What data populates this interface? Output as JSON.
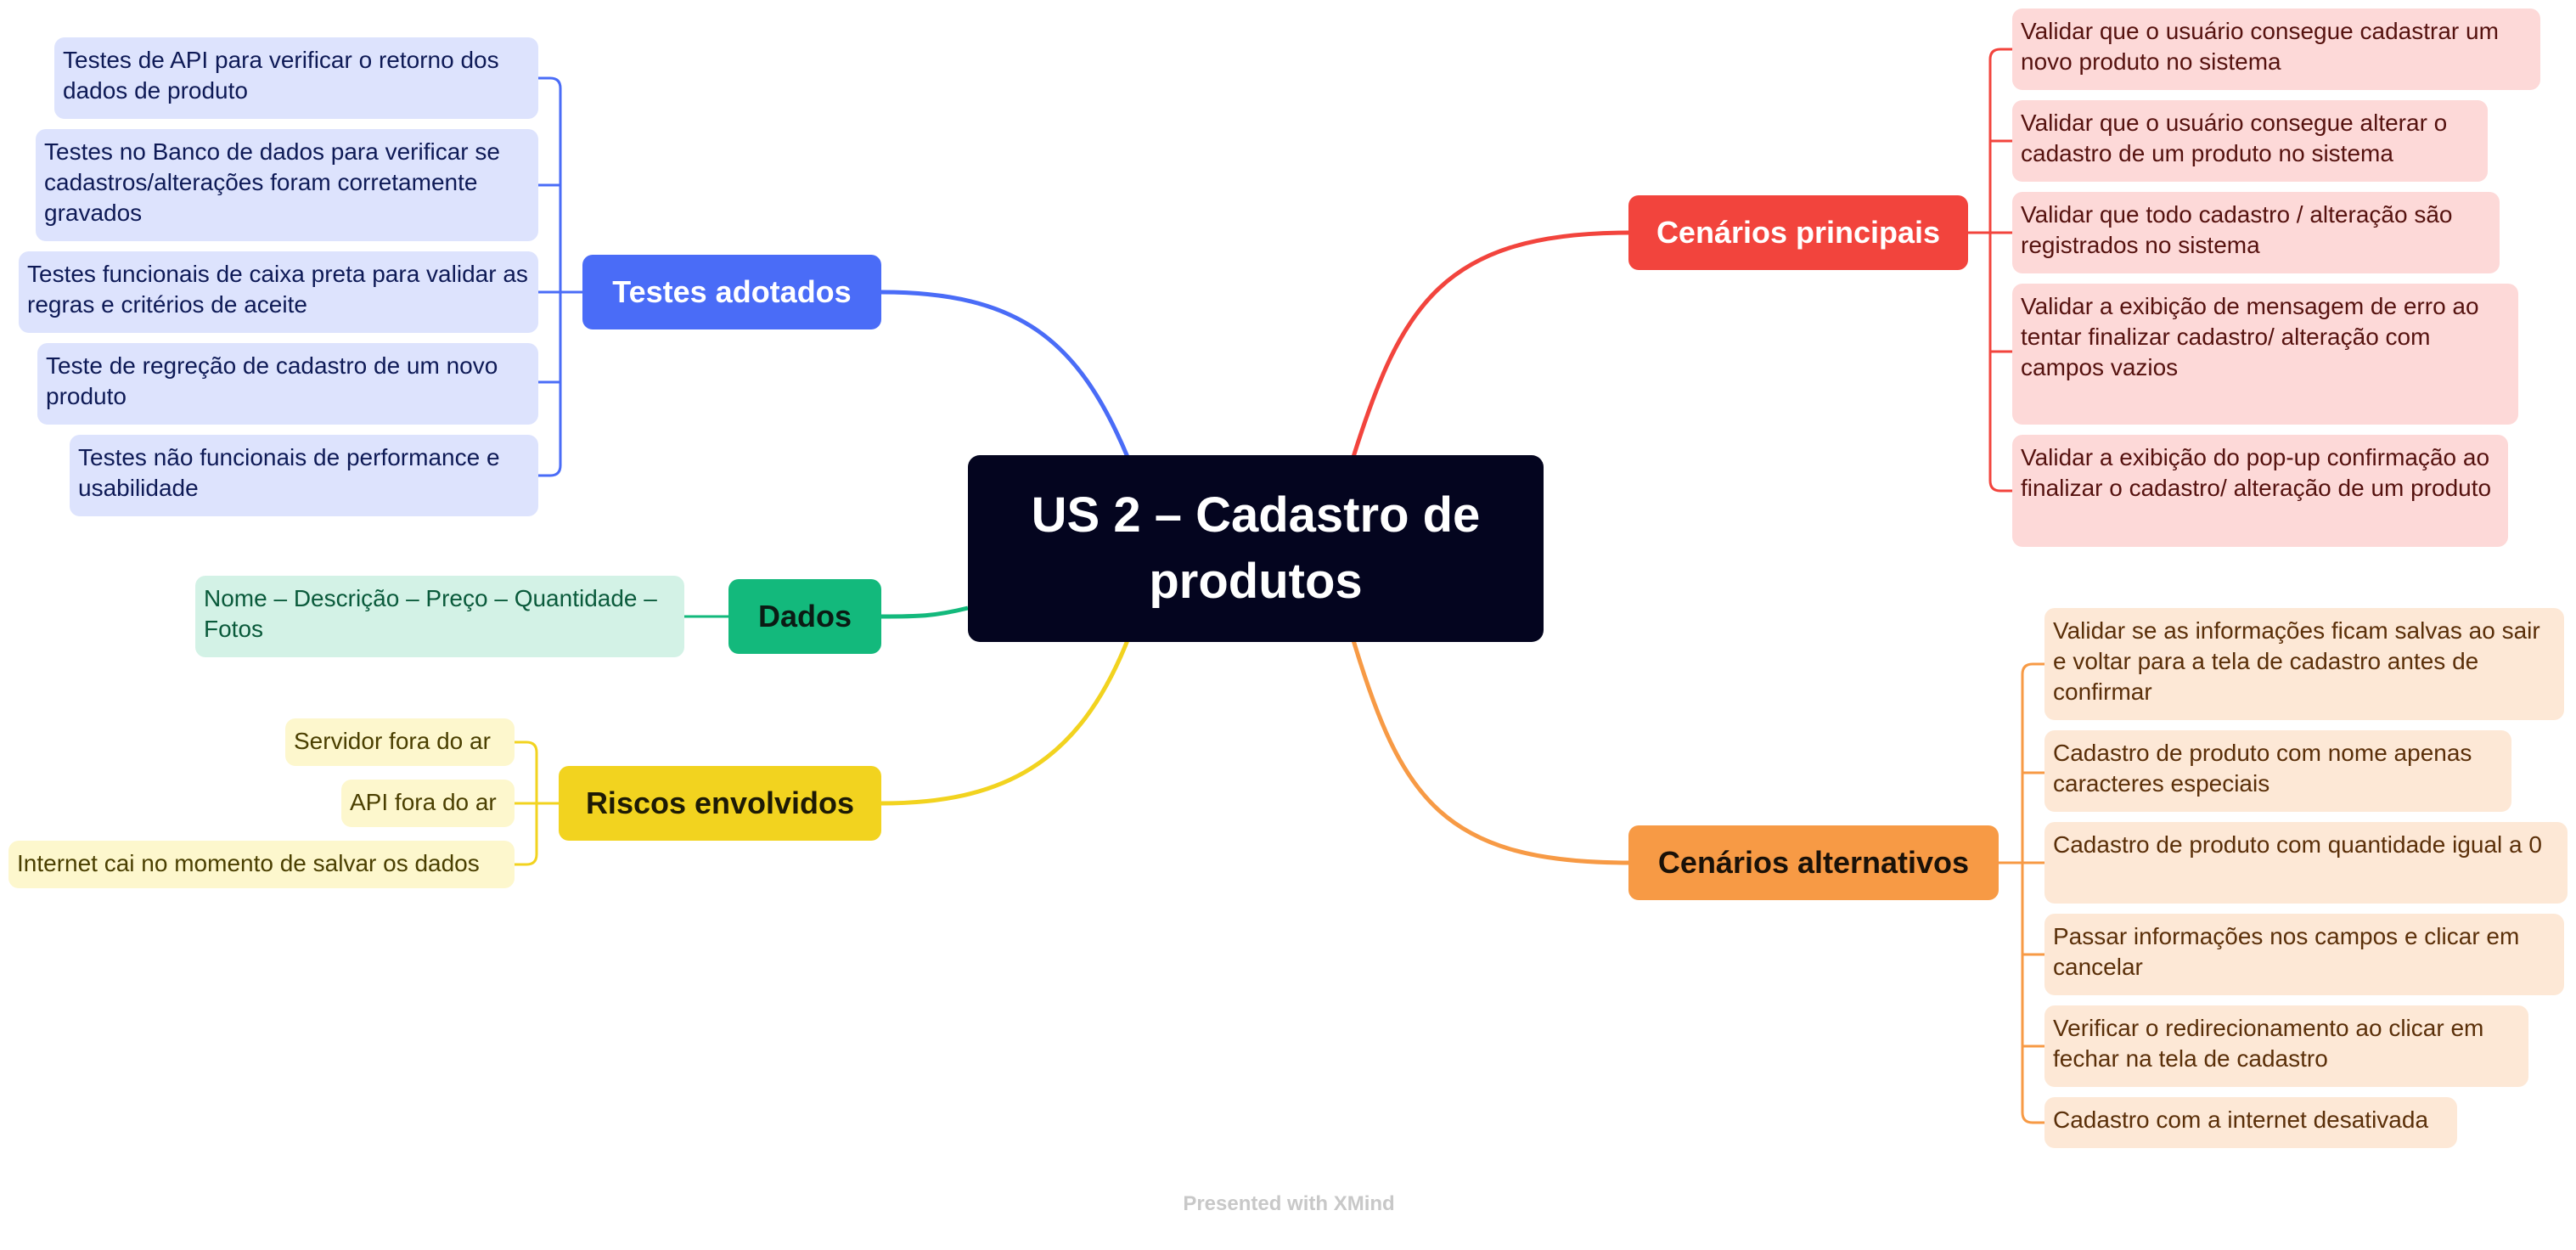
{
  "central_topic": "US 2 – Cadastro de produtos",
  "branches": {
    "testes": {
      "label": "Testes adotados",
      "color": "#4a6cf7",
      "items": [
        "Testes de API para verificar o retorno dos dados de produto",
        "Testes no Banco de dados para verificar se cadastros/alterações foram corretamente gravados",
        "Testes funcionais de caixa preta para validar as regras e critérios de aceite",
        "Teste de regreção de cadastro de um novo produto",
        "Testes não funcionais de performance e usabilidade"
      ]
    },
    "dados": {
      "label": "Dados",
      "color": "#13b97c",
      "items": [
        "Nome – Descrição – Preço – Quantidade – Fotos"
      ]
    },
    "riscos": {
      "label": "Riscos envolvidos",
      "color": "#f2d31f",
      "items": [
        "Servidor fora do ar",
        "API fora do ar",
        "Internet cai no momento de salvar os dados"
      ]
    },
    "principais": {
      "label": "Cenários principais",
      "color": "#f2443d",
      "items": [
        "Validar que o usuário consegue cadastrar um novo produto no sistema",
        "Validar que o usuário consegue alterar o cadastro de um produto no sistema",
        "Validar que todo cadastro / alteração são registrados no sistema",
        "Validar a exibição de mensagem de erro ao tentar finalizar cadastro/ alteração com campos vazios",
        "Validar a exibição do pop-up confirmação ao finalizar o cadastro/ alteração de um produto"
      ]
    },
    "alternativos": {
      "label": "Cenários alternativos",
      "color": "#f79a45",
      "items": [
        "Validar se as informações ficam salvas ao sair e voltar para a tela de cadastro antes de confirmar",
        "Cadastro de produto com nome apenas caracteres especiais",
        "Cadastro de produto com quantidade igual a 0",
        "Passar informações nos campos  e clicar em cancelar",
        "Verificar o redirecionamento ao clicar em fechar na tela de cadastro",
        "Cadastro com a internet desativada"
      ]
    }
  },
  "footer": "Presented with XMind"
}
